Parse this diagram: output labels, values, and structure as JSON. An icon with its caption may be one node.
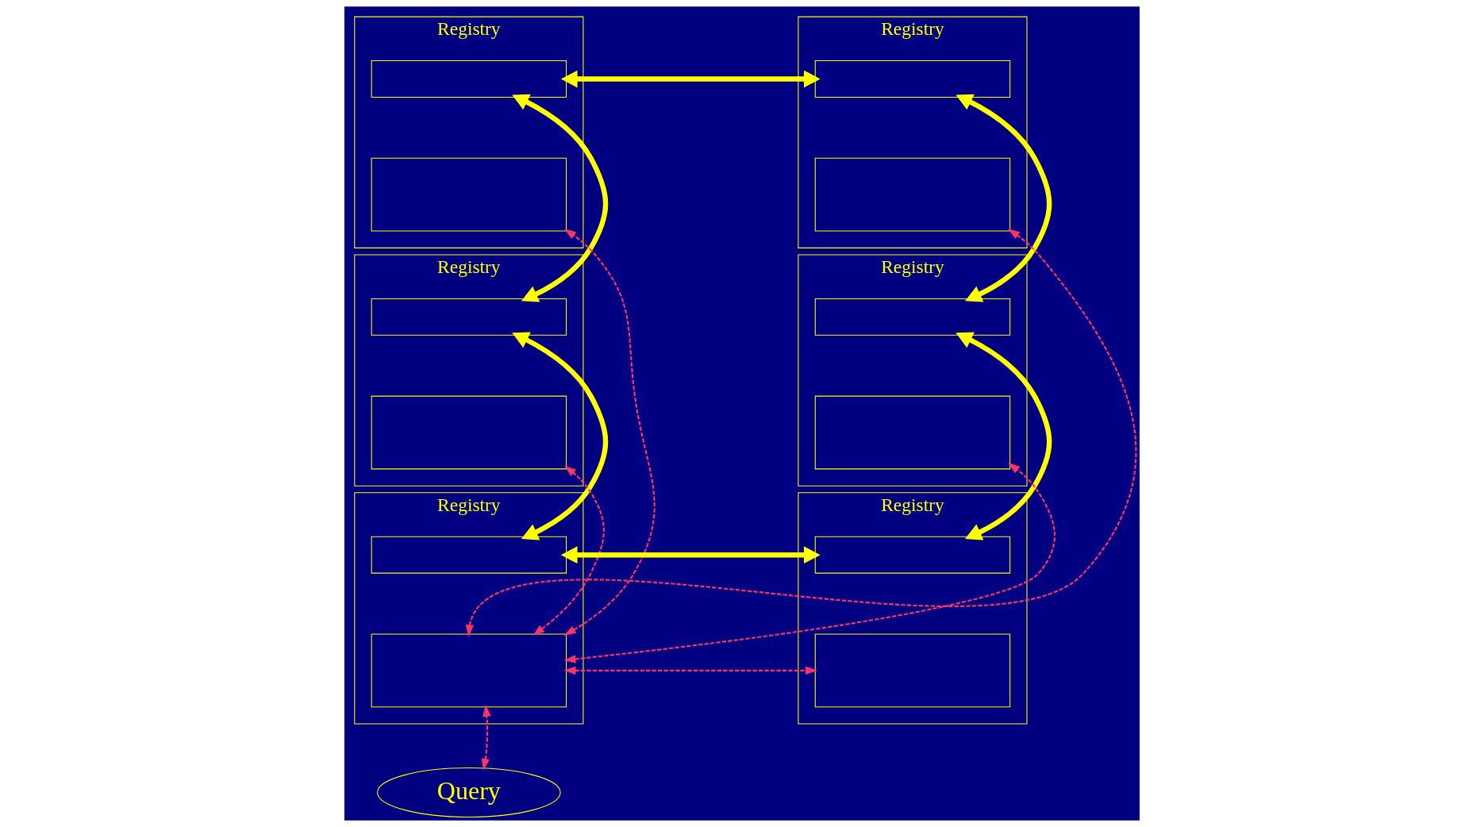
{
  "diagram": {
    "nodes": [
      {
        "text": [
          "Registry"
        ]
      },
      {
        "text": [],
        "shape": "box",
        "in": 0
      },
      {
        "text": [],
        "shape": "box",
        "in": 0
      },
      {
        "text": [
          "Registry"
        ]
      },
      {
        "text": [],
        "shape": "box",
        "in": 3
      },
      {
        "text": [],
        "shape": "box",
        "in": 3
      },
      {
        "text": [
          "Registry"
        ]
      },
      {
        "text": [],
        "shape": "box",
        "in": 6
      },
      {
        "text": [],
        "shape": "box",
        "in": 6
      },
      {
        "text": [
          "Registry"
        ]
      },
      {
        "text": [],
        "shape": "box",
        "in": 9
      },
      {
        "text": [],
        "shape": "box",
        "in": 9
      },
      {
        "text": [
          "Registry"
        ]
      },
      {
        "text": [],
        "shape": "box",
        "in": 12
      },
      {
        "text": [],
        "shape": "box",
        "in": 12
      },
      {
        "text": [
          "Registry"
        ]
      },
      {
        "text": [],
        "shape": "box",
        "in": 15
      },
      {
        "text": [],
        "shape": "box",
        "in": 15
      },
      {
        "text": [
          "Query"
        ]
      }
    ],
    "edges": [
      {
        "from": 1,
        "to": 4,
        "arrow": "both",
        "style": "thick"
      },
      {
        "from": 4,
        "to": 10,
        "arrow": "both",
        "style": "thick"
      },
      {
        "from": 10,
        "to": 16,
        "arrow": "both",
        "style": "thick"
      },
      {
        "from": 16,
        "to": 13,
        "arrow": "both",
        "style": "thick"
      },
      {
        "from": 13,
        "to": 7,
        "arrow": "both",
        "style": "thick"
      },
      {
        "from": 7,
        "to": 1,
        "arrow": "both",
        "style": "thick"
      },
      {
        "from": 14,
        "to": 2,
        "arrow": "both",
        "style": "dashed",
        "color": "#ff3366"
      },
      {
        "from": 14,
        "to": 5,
        "arrow": "both",
        "style": "dashed",
        "color": "#ff3366"
      },
      {
        "from": 14,
        "to": 11,
        "arrow": "both",
        "style": "dashed",
        "color": "#ff3366"
      },
      {
        "from": 14,
        "to": 8,
        "arrow": "both",
        "style": "dashed",
        "color": "#ff3366"
      },
      {
        "from": 14,
        "to": 17,
        "arrow": "both",
        "style": "dashed",
        "color": "#ff3366"
      },
      {
        "from": 18,
        "to": 14,
        "arrow": "both",
        "style": "dashed",
        "color": "#ff3366"
      }
    ]
  }
}
